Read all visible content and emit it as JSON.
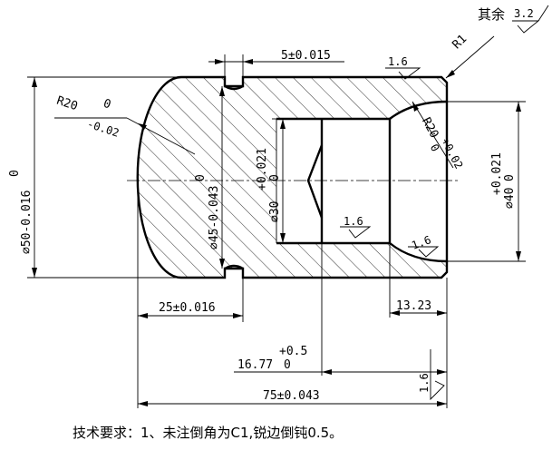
{
  "surface_finish_note": {
    "prefix": "其余",
    "value": "3.2"
  },
  "roughness_marks": [
    {
      "id": "top",
      "value": "1.6"
    },
    {
      "id": "bore",
      "value": "1.6"
    },
    {
      "id": "lower-right",
      "value": "1.6"
    },
    {
      "id": "right-face",
      "value": "1.6"
    }
  ],
  "dimensions": {
    "groove_width": "5±0.015",
    "corner_radius": "R1",
    "dome_radius": {
      "label": "R20",
      "upper": "0",
      "lower": "-0.02"
    },
    "outer_diameter": {
      "upper": "0",
      "label": "⌀50-0.016"
    },
    "neck_diameter": {
      "upper": "0",
      "label": "⌀45-0.043"
    },
    "bore_diameter": {
      "upper": "+0.021",
      "label": "⌀30",
      "lower": "0"
    },
    "counterbore_radius": {
      "label": "R20",
      "upper": "+0.02",
      "lower": "0"
    },
    "counterbore_diameter": {
      "upper": "+0.021",
      "label": "⌀40",
      "lower": "0"
    },
    "head_length": "25±0.016",
    "counterbore_depth": "13.23",
    "bore_position": {
      "upper": "+0.5",
      "label": "16.77",
      "lower": "0"
    },
    "overall_length": "75±0.043"
  },
  "technical_requirements": "技术要求：1、未注倒角为C1,锐边倒钝0.5。"
}
